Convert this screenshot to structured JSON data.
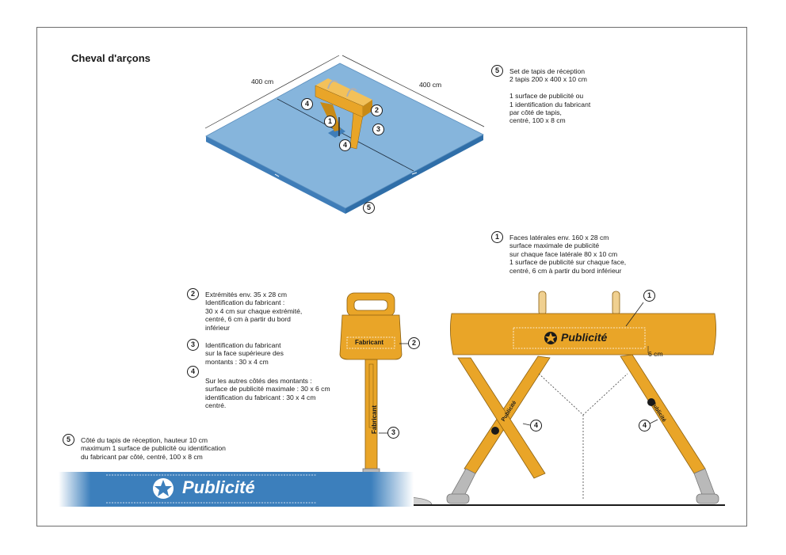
{
  "title": "Cheval d'arçons",
  "mat_dims": {
    "left": "400 cm",
    "right": "400 cm"
  },
  "notes": {
    "n5_top": [
      "Set de tapis de réception",
      "2 tapis 200 x 400 x 10 cm",
      "",
      "1 surface de publicité ou",
      "1 identification du fabricant",
      "par côté de tapis,",
      "centré, 100 x 8 cm"
    ],
    "n1": [
      "Faces latérales env. 160 x 28 cm",
      "surface maximale de publicité",
      "sur chaque face latérale 80 x 10 cm",
      "1 surface de publicité sur chaque face,",
      "centré, 6 cm à partir du bord inférieur"
    ],
    "n2": [
      "Extrémités env. 35 x 28 cm",
      "Identification du fabricant :",
      "30 x 4 cm sur chaque extrémité,",
      "centré, 6 cm à partir du bord",
      "inférieur"
    ],
    "n3": [
      "Identification du fabricant",
      "sur la face supérieure des",
      "montants : 30 x 4 cm"
    ],
    "n4": [
      "Sur les autres côtés des montants :",
      "surface de publicité maximale : 30 x 6 cm",
      "identification du fabricant : 30 x 4 cm",
      "centré."
    ],
    "n5_bottom": [
      "Côté du tapis de réception, hauteur 10 cm",
      "maximum 1 surface de publicité ou identification",
      "du fabricant par côté, centré, 100 x 8 cm"
    ]
  },
  "markers": {
    "one": "1",
    "two": "2",
    "three": "3",
    "four": "4",
    "five": "5"
  },
  "labels": {
    "fabricant": "Fabricant",
    "publicite": "Publicité",
    "six_cm": "6 cm"
  },
  "colors": {
    "mat_blue": "#86b5dc",
    "mat_edge": "#3f7db8",
    "horse_orange": "#e9a528",
    "banner_blue": "#3c7fbc",
    "base_gray": "#b9b9b9"
  }
}
